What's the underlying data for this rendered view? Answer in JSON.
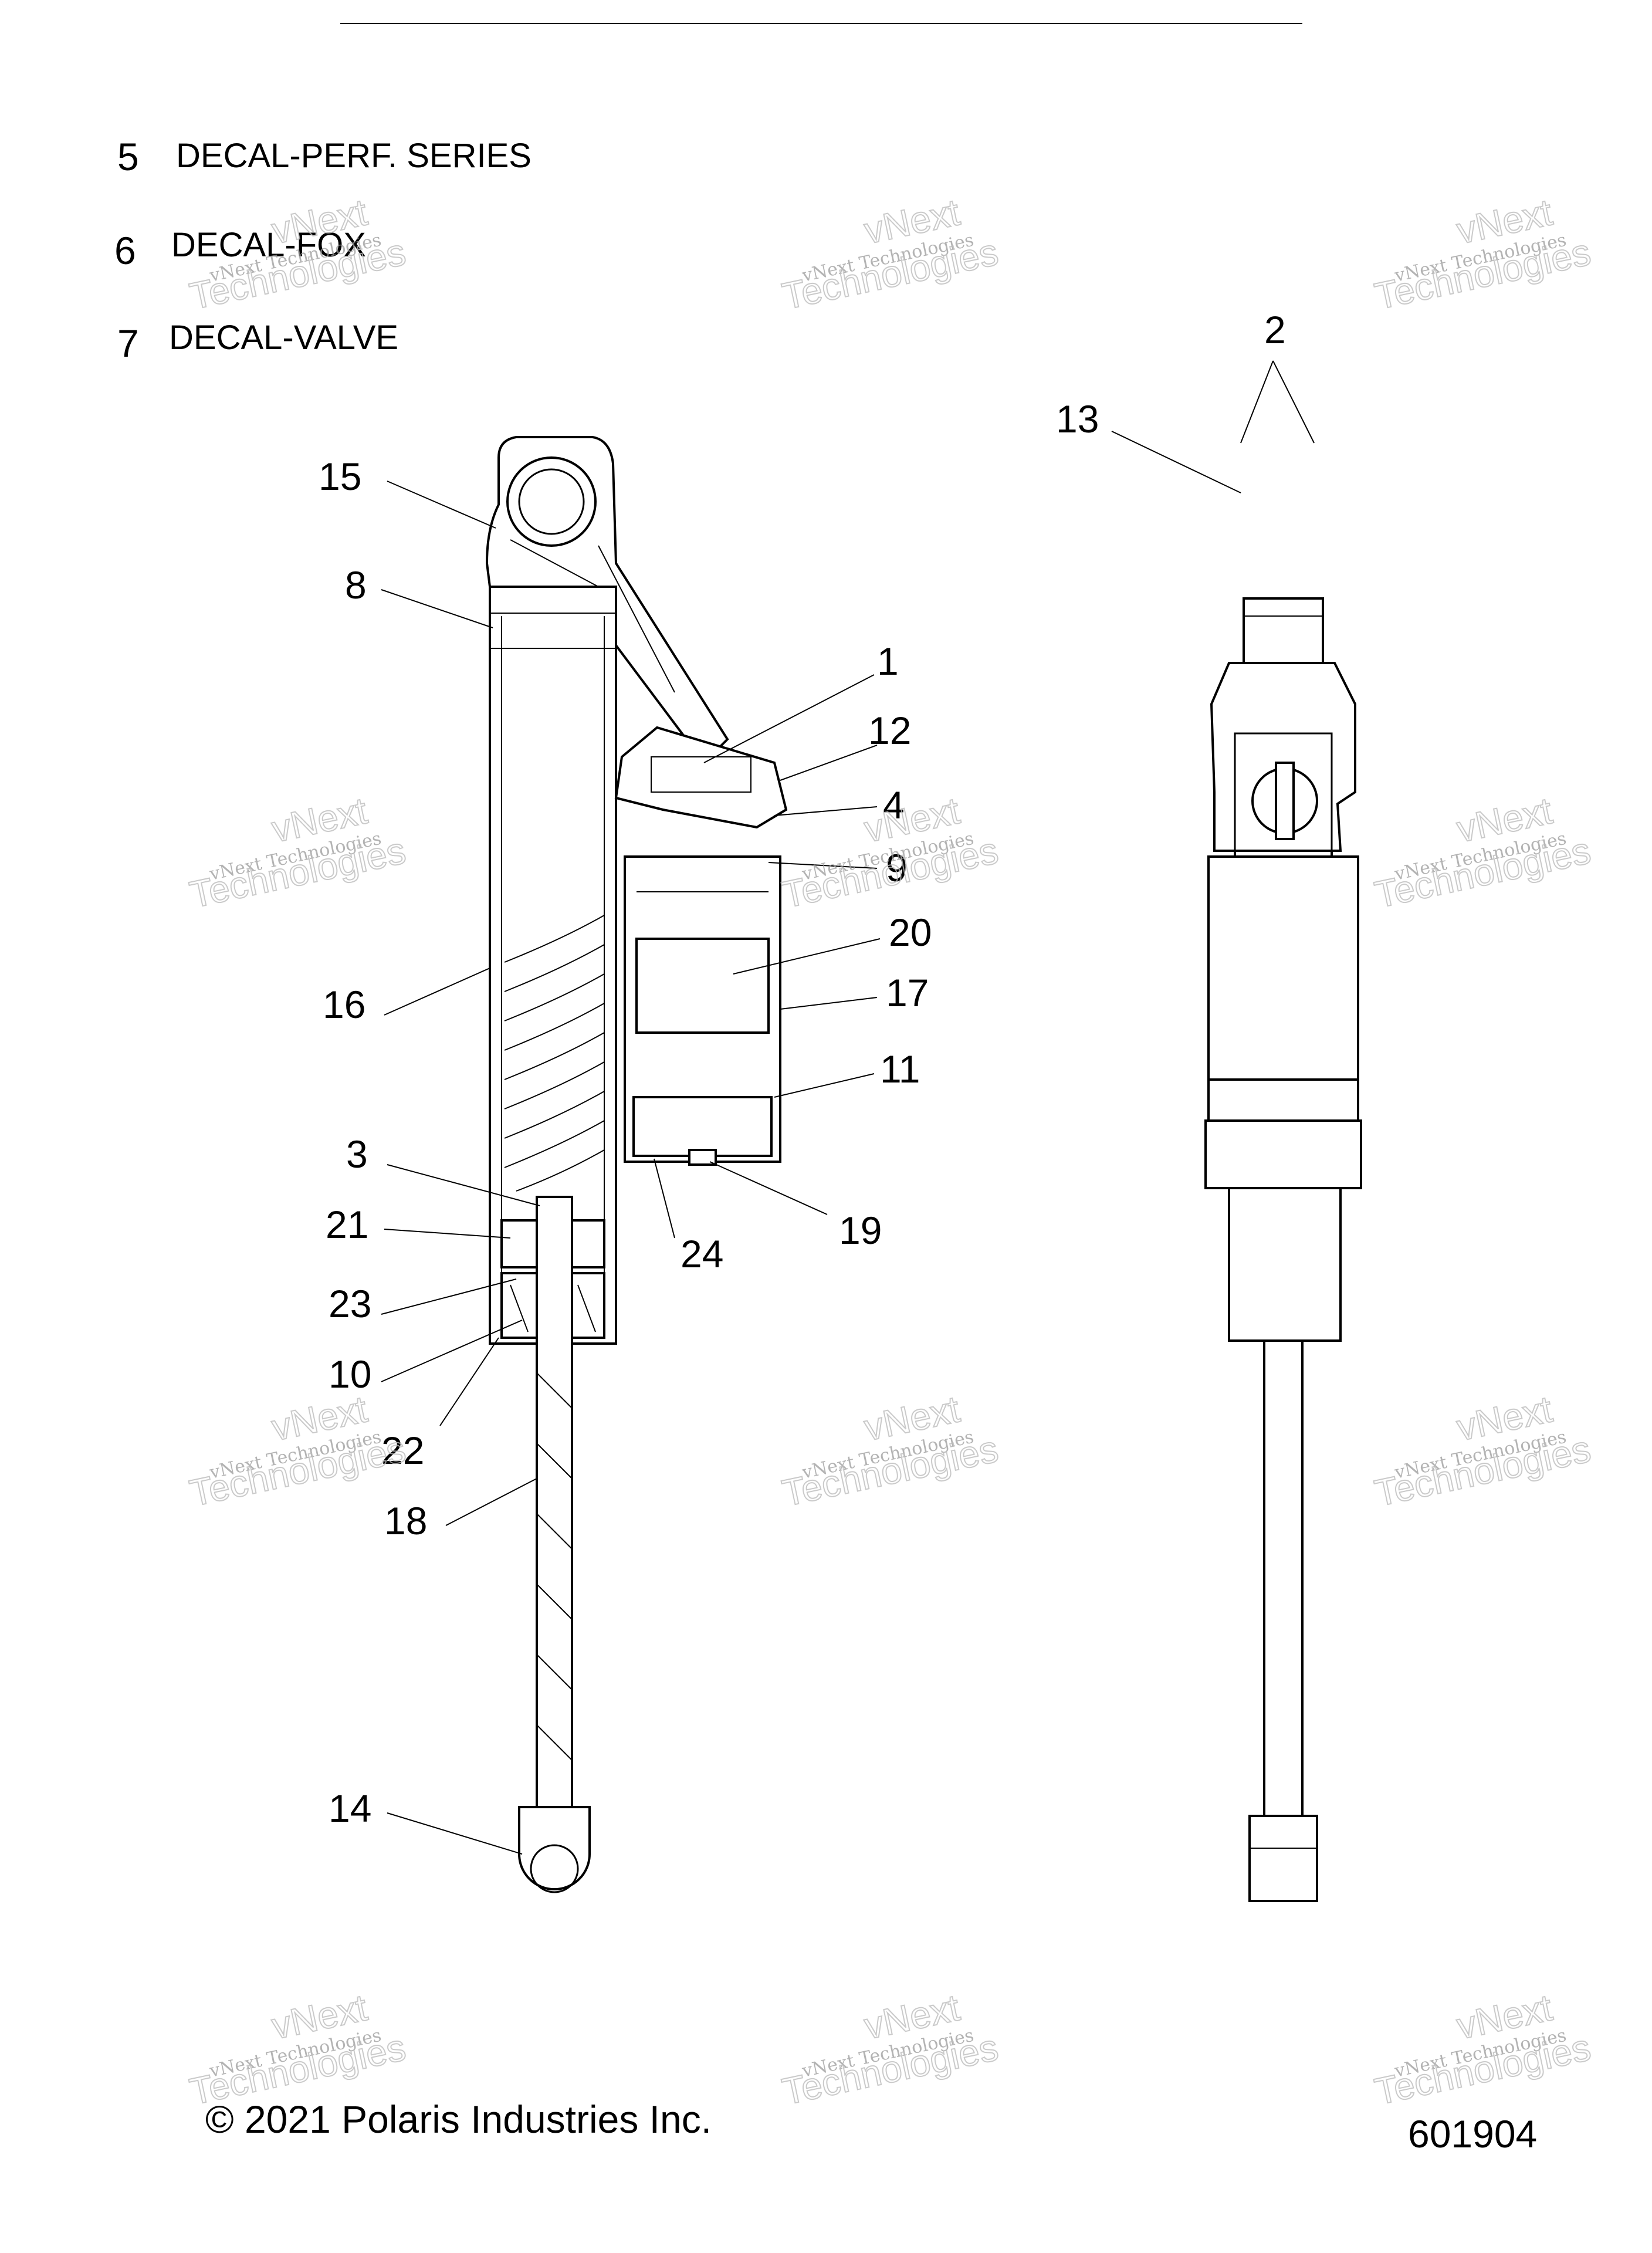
{
  "legend": [
    {
      "num": "5",
      "label": "DECAL-PERF. SERIES"
    },
    {
      "num": "6",
      "label": "DECAL-FOX"
    },
    {
      "num": "7",
      "label": "DECAL-VALVE"
    }
  ],
  "callouts": [
    "1",
    "2",
    "3",
    "4",
    "8",
    "9",
    "10",
    "11",
    "12",
    "13",
    "14",
    "15",
    "16",
    "17",
    "18",
    "19",
    "20",
    "21",
    "22",
    "23",
    "24"
  ],
  "watermark": {
    "line1": "vNext Technologies",
    "line2": "vNext",
    "line3": "Technologies"
  },
  "footer": {
    "copyright": "© 2021 Polaris Industries Inc.",
    "figure_id": "601904"
  }
}
